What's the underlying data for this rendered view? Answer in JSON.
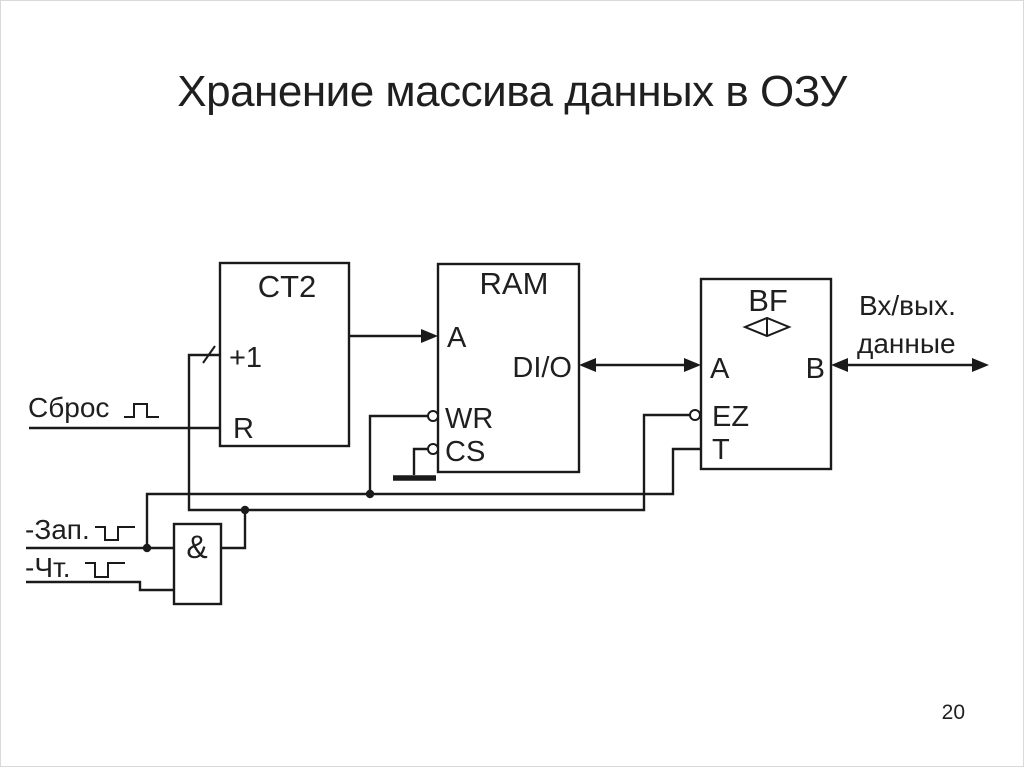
{
  "slide": {
    "title": "Хранение массива данных в ОЗУ",
    "page_number": "20"
  },
  "diagram": {
    "blocks": {
      "counter": {
        "label": "CT2",
        "pins": {
          "increment": "+1",
          "reset": "R"
        }
      },
      "ram": {
        "label": "RAM",
        "pins": {
          "address": "A",
          "data": "DI/O",
          "write": "WR",
          "chip_select": "CS"
        }
      },
      "buffer": {
        "label": "BF",
        "pins": {
          "port_a": "A",
          "port_b": "B",
          "enable": "EZ",
          "direction": "T"
        }
      },
      "and_gate": {
        "label": "&"
      }
    },
    "signals": {
      "reset": "Сброс",
      "write": "-Зап.",
      "read": "-Чт."
    },
    "bus": {
      "label_line1": "Вх/вых.",
      "label_line2": "данные"
    }
  },
  "colors": {
    "diagram_stroke": "#1a1a1a",
    "background": "#ffffff",
    "text": "#1f1f1f"
  }
}
